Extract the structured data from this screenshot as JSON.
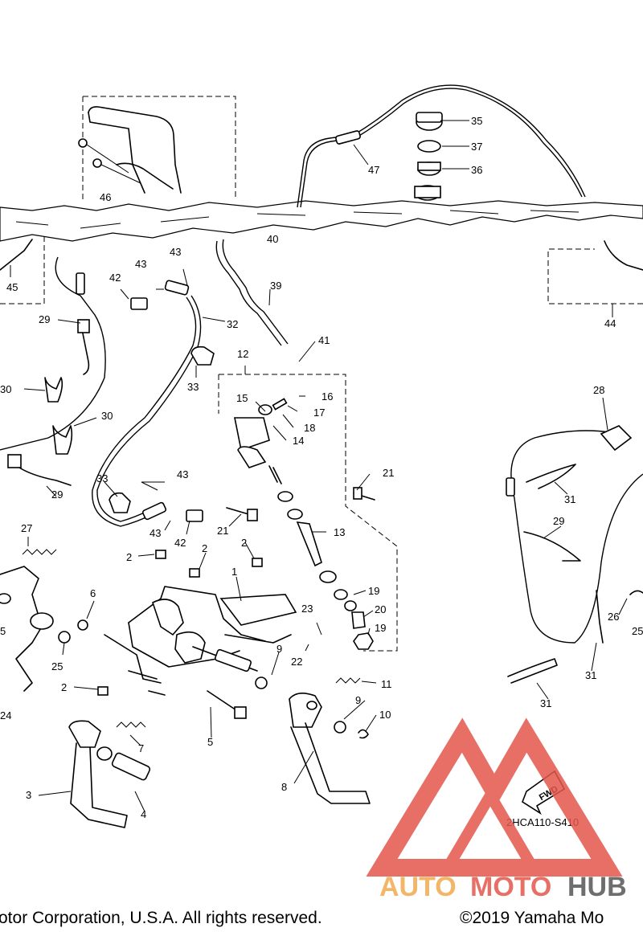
{
  "diagram_code": "2HCA110-S410",
  "fwd_label": "FWD",
  "watermark": {
    "auto": "AUTO",
    "moto": "MOTO",
    "hub": "HUB",
    "color_red": "#e3564b",
    "color_grey": "#555555",
    "color_orange": "#f2a94e"
  },
  "footer": {
    "left": "otor Corporation, U.S.A. All rights reserved.",
    "right": "©2019 Yamaha Mo"
  },
  "callouts": [
    {
      "id": "35",
      "text": "35"
    },
    {
      "id": "37",
      "text": "37"
    },
    {
      "id": "36",
      "text": "36"
    },
    {
      "id": "47",
      "text": "47"
    },
    {
      "id": "46",
      "text": "46"
    },
    {
      "id": "45",
      "text": "45"
    },
    {
      "id": "44",
      "text": "44"
    },
    {
      "id": "43a",
      "text": "43"
    },
    {
      "id": "43b",
      "text": "43"
    },
    {
      "id": "42a",
      "text": "42"
    },
    {
      "id": "32",
      "text": "32"
    },
    {
      "id": "39",
      "text": "39"
    },
    {
      "id": "40",
      "text": "40"
    },
    {
      "id": "29a",
      "text": "29"
    },
    {
      "id": "41",
      "text": "41"
    },
    {
      "id": "12",
      "text": "12"
    },
    {
      "id": "15",
      "text": "15"
    },
    {
      "id": "16",
      "text": "16"
    },
    {
      "id": "17",
      "text": "17"
    },
    {
      "id": "18",
      "text": "18"
    },
    {
      "id": "14",
      "text": "14"
    },
    {
      "id": "33a",
      "text": "33"
    },
    {
      "id": "30a",
      "text": "30"
    },
    {
      "id": "30b",
      "text": "30"
    },
    {
      "id": "21a",
      "text": "21"
    },
    {
      "id": "43c",
      "text": "43"
    },
    {
      "id": "33b",
      "text": "33"
    },
    {
      "id": "29b",
      "text": "29"
    },
    {
      "id": "43d",
      "text": "43"
    },
    {
      "id": "42b",
      "text": "42"
    },
    {
      "id": "21b",
      "text": "21"
    },
    {
      "id": "13",
      "text": "13"
    },
    {
      "id": "27",
      "text": "27"
    },
    {
      "id": "2a",
      "text": "2"
    },
    {
      "id": "2b",
      "text": "2"
    },
    {
      "id": "2c",
      "text": "2"
    },
    {
      "id": "1",
      "text": "1"
    },
    {
      "id": "19a",
      "text": "19"
    },
    {
      "id": "20",
      "text": "20"
    },
    {
      "id": "23",
      "text": "23"
    },
    {
      "id": "19b",
      "text": "19"
    },
    {
      "id": "6",
      "text": "6"
    },
    {
      "id": "25a",
      "text": "25"
    },
    {
      "id": "25b",
      "text": "5"
    },
    {
      "id": "9a",
      "text": "9"
    },
    {
      "id": "22",
      "text": "22"
    },
    {
      "id": "11",
      "text": "11"
    },
    {
      "id": "2d",
      "text": "2"
    },
    {
      "id": "24",
      "text": "24"
    },
    {
      "id": "9b",
      "text": "9"
    },
    {
      "id": "10",
      "text": "10"
    },
    {
      "id": "5",
      "text": "5"
    },
    {
      "id": "7",
      "text": "7"
    },
    {
      "id": "3",
      "text": "3"
    },
    {
      "id": "4",
      "text": "4"
    },
    {
      "id": "8",
      "text": "8"
    },
    {
      "id": "28",
      "text": "28"
    },
    {
      "id": "31a",
      "text": "31"
    },
    {
      "id": "29c",
      "text": "29"
    },
    {
      "id": "26",
      "text": "26"
    },
    {
      "id": "25c",
      "text": "25"
    },
    {
      "id": "31b",
      "text": "31"
    },
    {
      "id": "31c",
      "text": "31"
    }
  ]
}
